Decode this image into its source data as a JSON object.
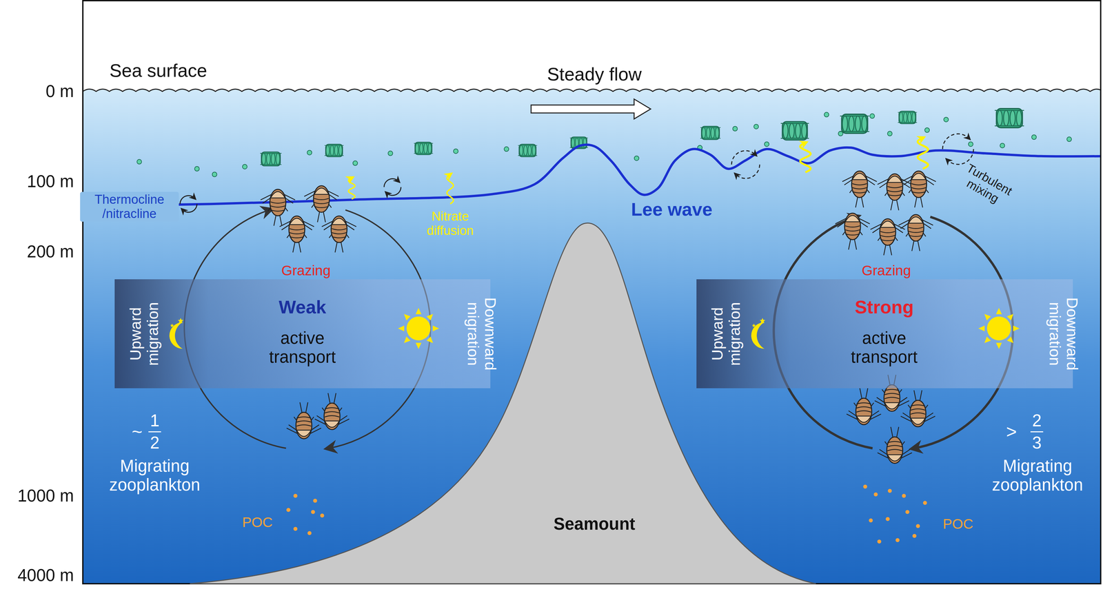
{
  "diagram": {
    "nodes": [
      {
        "text": [
          "Upward migration",
          "Weak",
          "active transport",
          "Downward migration"
        ]
      },
      {
        "text": [
          "Upward migration",
          "Strong",
          "active transport",
          "Downward migration"
        ]
      },
      {
        "text": [
          "Seamount"
        ]
      }
    ],
    "labels": [
      "Sea surface",
      "Steady flow",
      "0 m",
      "100 m",
      "200 m",
      "1000 m",
      "4000 m",
      "Thermocline /nitracline",
      "Nitrate diffusion",
      "Lee wave",
      "Turbulent mixing",
      "Grazing",
      "Grazing",
      "~",
      "1",
      "2",
      "Migrating zooplankton",
      "POC",
      ">",
      "2",
      "3",
      "Migrating zooplankton",
      "POC"
    ]
  }
}
